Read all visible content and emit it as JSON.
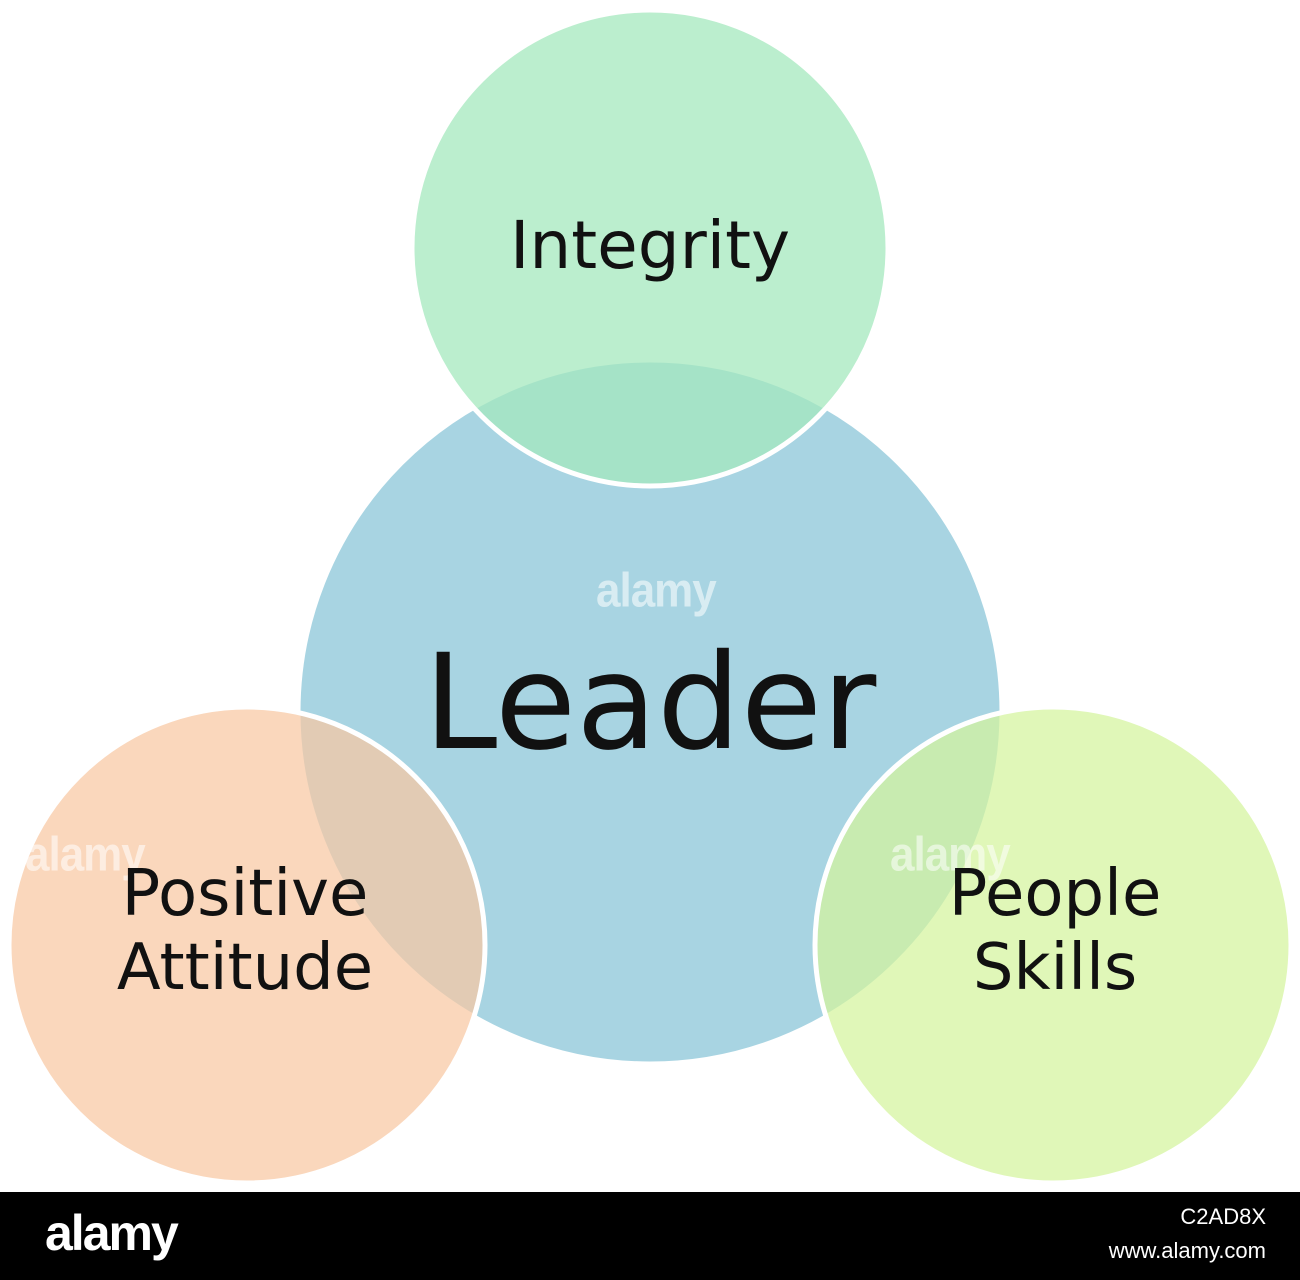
{
  "diagram": {
    "center": {
      "label": "Leader",
      "fill": "#a8d4e2"
    },
    "top": {
      "label": "Integrity",
      "fill": "#a4e8bd"
    },
    "left": {
      "line1": "Positive",
      "line2": "Attitude",
      "fill": "#f8c8a2"
    },
    "right": {
      "line1": "People",
      "line2": "Skills",
      "fill": "#d4f49c"
    },
    "outline_color": "#ffffff"
  },
  "watermark": {
    "text": "alamy",
    "glyph": "a"
  },
  "footer": {
    "logo": "alamy",
    "image_id": "C2AD8X",
    "url": "www.alamy.com"
  }
}
